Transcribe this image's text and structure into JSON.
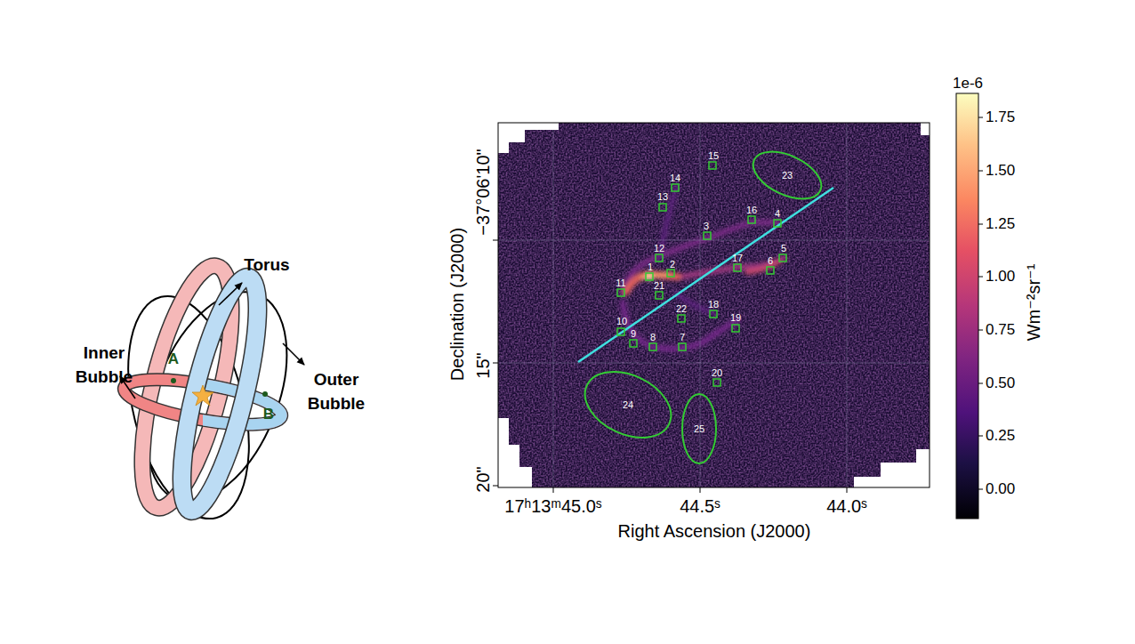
{
  "diagram": {
    "nodes": [
      {
        "text": [
          "23"
        ]
      },
      {
        "text": [
          "24"
        ]
      },
      {
        "text": [
          "25"
        ]
      }
    ],
    "labels": [
      "Torus",
      "Inner Bubble",
      "Outer Bubble",
      "A",
      "B",
      "1",
      "2",
      "3",
      "4",
      "5",
      "6",
      "7",
      "8",
      "9",
      "10",
      "11",
      "12",
      "13",
      "14",
      "15",
      "16",
      "17",
      "18",
      "19",
      "20",
      "21",
      "22",
      "Declination (J2000)",
      "Right Ascension (J2000)",
      "−37°06'10\"",
      "15\"",
      "20\"",
      "17ʰ13ᵐ45.0ˢ",
      "44.5ˢ",
      "44.0ˢ",
      "1e-6",
      "1.75",
      "1.50",
      "1.25",
      "1.00",
      "0.75",
      "0.50",
      "0.25",
      "0.00",
      "Wm⁻²sr⁻¹"
    ]
  }
}
